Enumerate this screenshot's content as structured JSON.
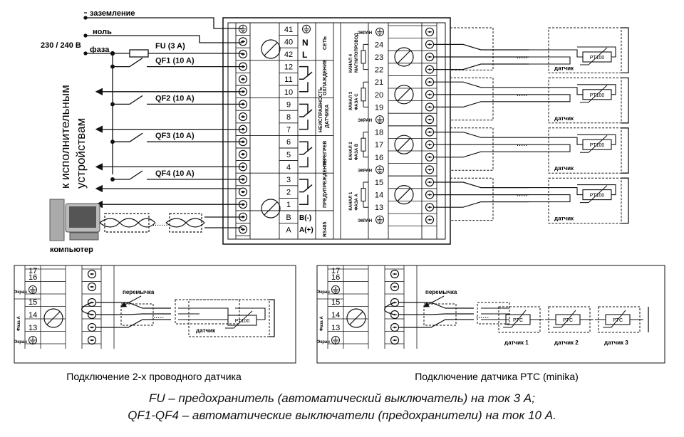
{
  "supply": {
    "ground": "заземление",
    "neutral": "ноль",
    "phase": "фаза",
    "voltage": "230 / 240 В"
  },
  "fuse": "FU (3 A)",
  "breakers": [
    "QF1 (10 A)",
    "QF2 (10 A)",
    "QF3 (10 A)",
    "QF4 (10 A)"
  ],
  "actuators": [
    "к исполнительным",
    "устройствам"
  ],
  "computer": "компьютер",
  "terminals_left": [
    "41",
    "40",
    "42",
    "12",
    "11",
    "10",
    "9",
    "8",
    "7",
    "6",
    "5",
    "4",
    "3",
    "2",
    "1",
    "B",
    "A"
  ],
  "letters_mid": [
    "N",
    "L",
    "B(-)",
    "A(+)"
  ],
  "groups_left": {
    "net": "СЕТЬ",
    "cooling": "ОХЛАЖДЕНИЕ",
    "fault": [
      "НЕИСПРАВНОСТЬ",
      "ДАТЧИКА"
    ],
    "overheat": "ПЕРЕГРЕВ",
    "warning": "ПРЕДУПРЕЖДЕНИЕ",
    "rs485": "RS485"
  },
  "channels": [
    {
      "label": [
        "КАНАЛ 4",
        "МАГНИТОПРОВОД"
      ],
      "terms": [
        "24",
        "23",
        "22"
      ]
    },
    {
      "label": [
        "КАНАЛ 3",
        "ФАЗА С"
      ],
      "terms": [
        "21",
        "20",
        "19"
      ]
    },
    {
      "label": [
        "КАНАЛ 2",
        "ФАЗА В"
      ],
      "terms": [
        "18",
        "17",
        "16"
      ]
    },
    {
      "label": [
        "КАНАЛ 1",
        "ФАЗА А"
      ],
      "terms": [
        "15",
        "14",
        "13"
      ]
    }
  ],
  "screen": "ЭКРАН",
  "sensor": "датчик",
  "pt100": "PT100",
  "ptc": "PTC",
  "jumper": "перемычка",
  "inset_labels": {
    "phase_a": "Фаза А",
    "screen": "Экран",
    "n17": "17",
    "n16": "16",
    "n15": "15",
    "n14": "14",
    "n13": "13"
  },
  "ptc_sensors": [
    "датчик 1",
    "датчик 2",
    "датчик 3"
  ],
  "caption_2wire": "Подключение 2-х проводного датчика",
  "caption_ptc": "Подключение датчика PTC (minika)",
  "footnote_1": "FU – предохранитель (автоматический выключатель) на ток 3 А;",
  "footnote_2": "QF1-QF4 – автоматические выключатели (предохранители) на ток 10 А."
}
